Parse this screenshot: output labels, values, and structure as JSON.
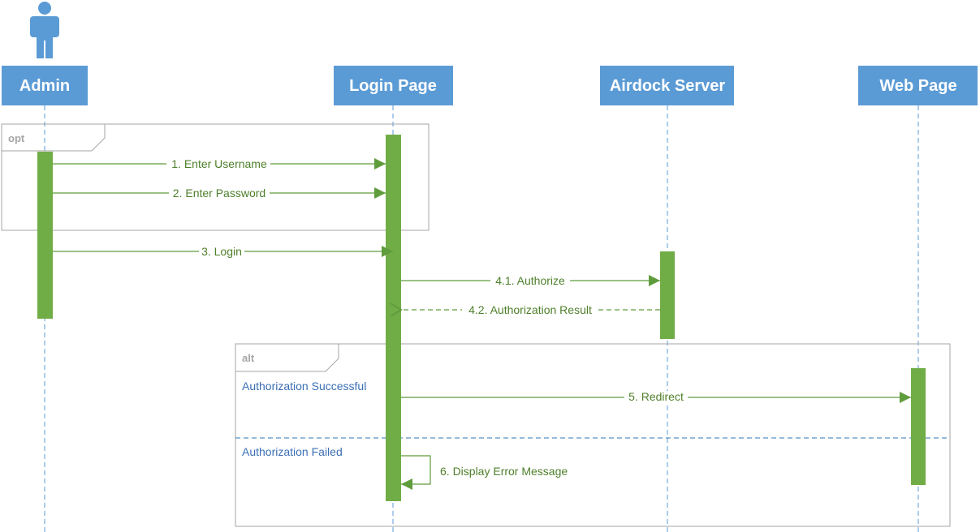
{
  "participants": [
    {
      "name": "Admin",
      "actor": true
    },
    {
      "name": "Login Page"
    },
    {
      "name": "Airdock Server"
    },
    {
      "name": "Web Page"
    }
  ],
  "frames": {
    "opt": {
      "tag": "opt"
    },
    "alt": {
      "tag": "alt",
      "guards": [
        "Authorization Successful",
        "Authorization Failed"
      ]
    }
  },
  "messages": [
    {
      "label": "1. Enter Username",
      "from": "Admin",
      "to": "Login Page",
      "kind": "sync"
    },
    {
      "label": "2. Enter Password",
      "from": "Admin",
      "to": "Login Page",
      "kind": "sync"
    },
    {
      "label": "3. Login",
      "from": "Admin",
      "to": "Login Page",
      "kind": "sync"
    },
    {
      "label": "4.1. Authorize",
      "from": "Login Page",
      "to": "Airdock Server",
      "kind": "sync"
    },
    {
      "label": "4.2. Authorization Result",
      "from": "Airdock Server",
      "to": "Login Page",
      "kind": "return"
    },
    {
      "label": "5. Redirect",
      "from": "Login Page",
      "to": "Web Page",
      "kind": "sync"
    },
    {
      "label": "6. Display Error Message",
      "from": "Login Page",
      "to": "Login Page",
      "kind": "self"
    }
  ],
  "colors": {
    "header": "#5b9bd5",
    "lifeline": "#5b9bd5",
    "activation": "#70ad47",
    "message": "#5f9c3c",
    "frame": "#a6a6a6",
    "guard": "#3b6fb4",
    "separator": "#2e75b6"
  },
  "icons": {
    "actor": "person-icon"
  }
}
